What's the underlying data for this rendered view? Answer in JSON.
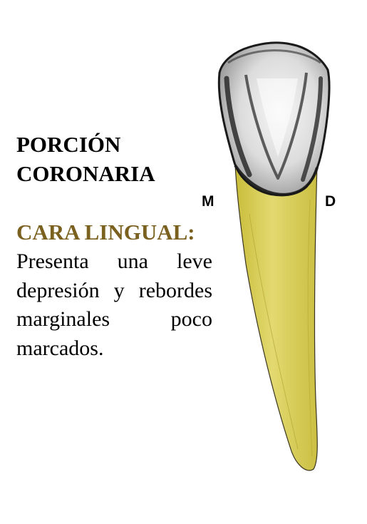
{
  "heading": {
    "line1": "PORCIÓN",
    "line2": "CORONARIA"
  },
  "subheading": "CARA LINGUAL:",
  "description": "Presenta una leve depresión y rebordes marginales poco marcados.",
  "figure": {
    "mesial_label": "M",
    "distal_label": "D",
    "crown_color": "#d6d6d6",
    "root_color": "#d9cf5a",
    "outline_color": "#1a1a1a"
  },
  "colors": {
    "subheading": "#7a6120",
    "text": "#000000",
    "background": "#ffffff"
  }
}
